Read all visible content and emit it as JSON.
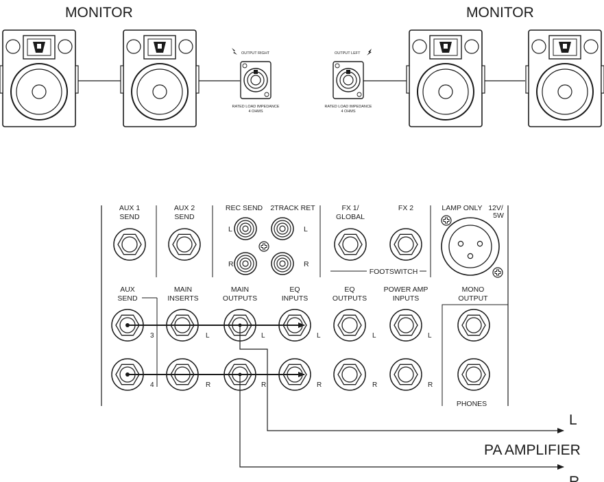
{
  "monitors": {
    "left_title": "MONITOR",
    "right_title": "MONITOR",
    "output_right": {
      "label": "OUTPUT RIGHT",
      "impedance_line1": "RATED LOAD IMPEDANCE",
      "impedance_line2": "4 OHMS"
    },
    "output_left": {
      "label": "OUTPUT LEFT",
      "impedance_line1": "RATED LOAD IMPEDANCE",
      "impedance_line2": "4 OHMS"
    }
  },
  "panel": {
    "top_sections": {
      "aux1_a": "AUX 1",
      "aux1_b": "SEND",
      "aux2_a": "AUX 2",
      "aux2_b": "SEND",
      "rec_send": "REC SEND",
      "track_ret": "2TRACK RET",
      "fx1_a": "FX 1/",
      "fx1_b": "GLOBAL",
      "fx2": "FX 2",
      "lamp_only": "LAMP ONLY",
      "lamp_volt_a": "12V/",
      "lamp_volt_b": "5W",
      "footswitch": "FOOTSWITCH",
      "rca_l1": "L",
      "rca_l2": "L",
      "rca_r1": "R",
      "rca_r2": "R"
    },
    "bottom_headers": {
      "aux_send_a": "AUX",
      "aux_send_b": "SEND",
      "main_inserts_a": "MAIN",
      "main_inserts_b": "INSERTS",
      "main_outputs_a": "MAIN",
      "main_outputs_b": "OUTPUTS",
      "eq_inputs_a": "EQ",
      "eq_inputs_b": "INPUTS",
      "eq_outputs_a": "EQ",
      "eq_outputs_b": "OUTPUTS",
      "power_amp_a": "POWER AMP",
      "power_amp_b": "INPUTS",
      "mono_a": "MONO",
      "mono_b": "OUTPUT"
    },
    "jack_labels": {
      "aux3": "3",
      "aux4": "4",
      "ins_l": "L",
      "ins_r": "R",
      "mo_l": "L",
      "mo_r": "R",
      "eqi_l": "L",
      "eqi_r": "R",
      "eqo_l": "L",
      "eqo_r": "R",
      "pa_l": "L",
      "pa_r": "R"
    },
    "phones": "PHONES"
  },
  "pa": {
    "label": "PA AMPLIFIER",
    "left": "L",
    "right": "R"
  }
}
